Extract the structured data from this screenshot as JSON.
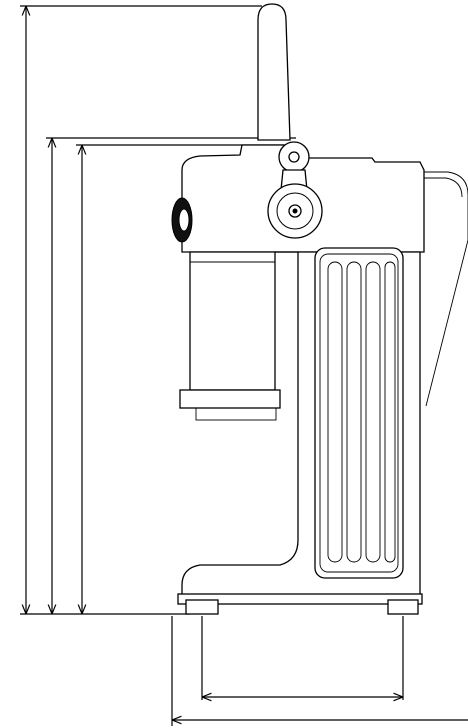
{
  "dimensions": {
    "overall_height": "789",
    "height_622": "622",
    "height_609": "609",
    "foot_width": "260",
    "base_width": "396"
  }
}
